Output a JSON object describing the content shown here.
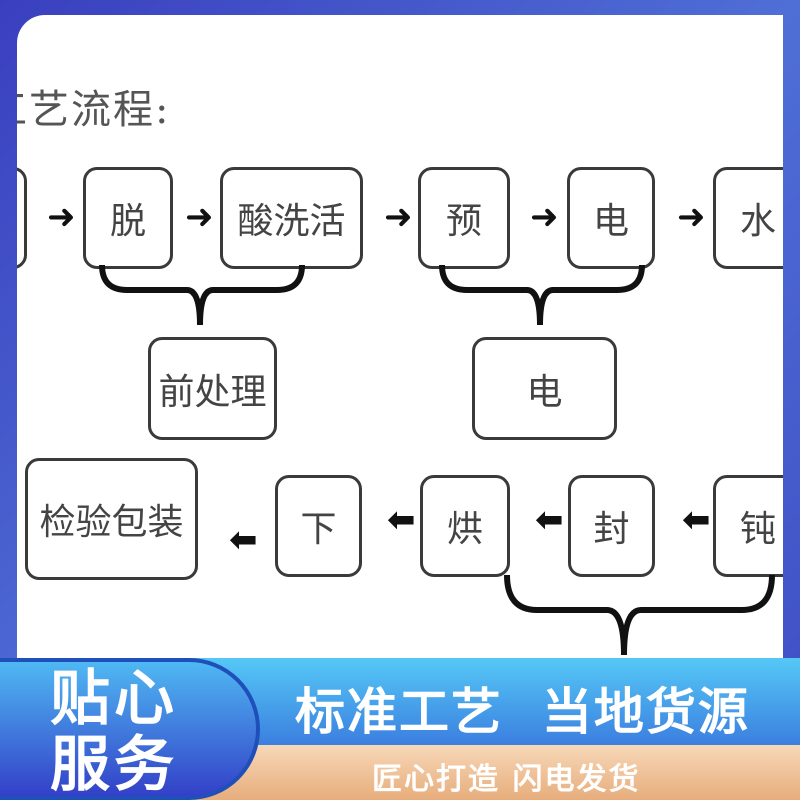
{
  "flow": {
    "title": "工艺流程:",
    "row1": [
      "脱",
      "酸洗活",
      "预",
      "电",
      "水"
    ],
    "row2": [
      "前处理",
      "电"
    ],
    "row3": [
      "检验包装",
      "下",
      "烘",
      "封",
      "钝"
    ],
    "arrow_right": "➜",
    "arrow_left": "⬅"
  },
  "banner": {
    "service_line1": "贴心",
    "service_line2": "服务",
    "slogan_main": "标准工艺  当地货源",
    "slogan_sub": "匠心打造 闪电发货"
  }
}
